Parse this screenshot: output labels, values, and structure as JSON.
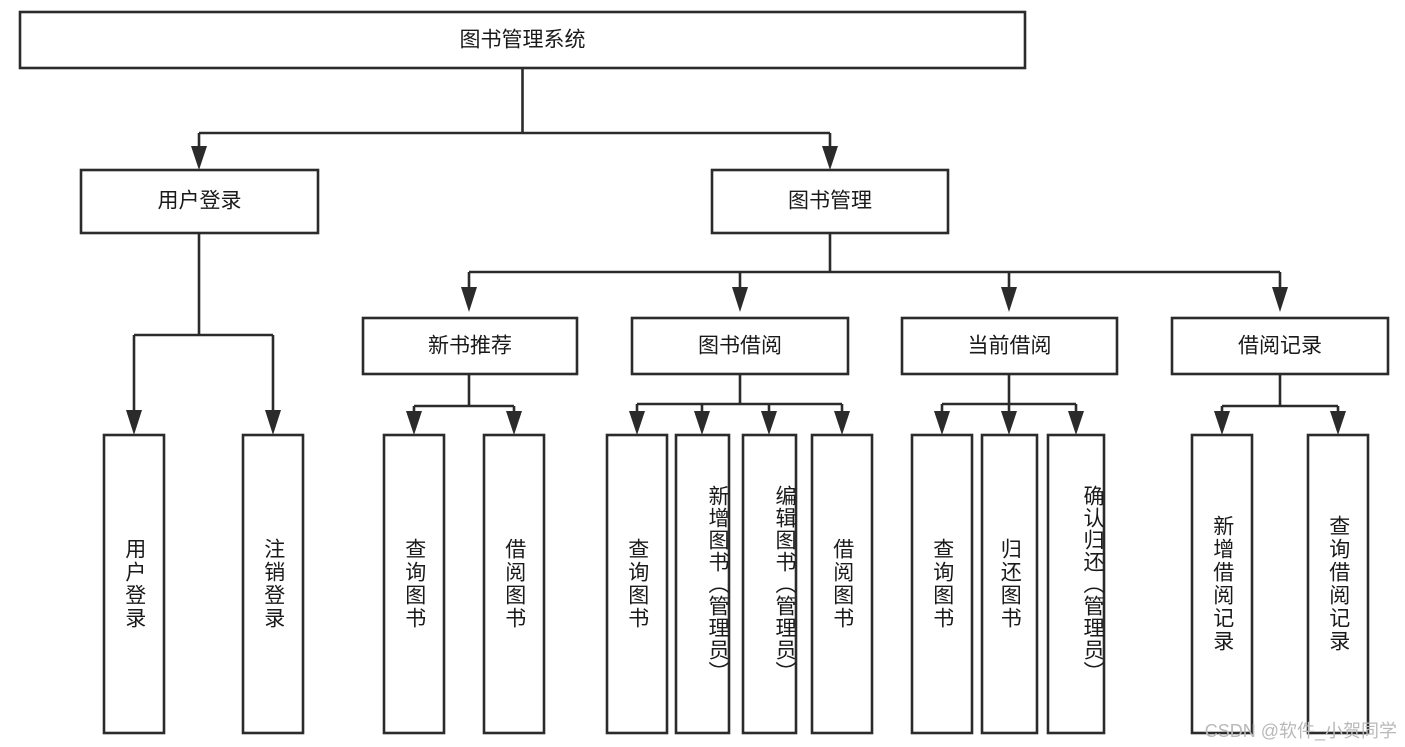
{
  "diagram": {
    "type": "tree-hierarchy",
    "title": "图书管理系统",
    "watermark": "CSDN @软件_小贺同学",
    "colors": {
      "stroke": "#2b2b2b",
      "fill": "#ffffff",
      "text": "#1a1a1a",
      "watermark": "#b9b9b9",
      "background": "#ffffff"
    },
    "levels": {
      "root": "图书管理系统",
      "level2": [
        "用户登录",
        "图书管理"
      ],
      "level3": [
        "新书推荐",
        "图书借阅",
        "当前借阅",
        "借阅记录"
      ]
    },
    "nodes": {
      "root": {
        "label": "图书管理系统",
        "orientation": "horizontal"
      },
      "user_login": {
        "label": "用户登录",
        "orientation": "horizontal"
      },
      "book_manage": {
        "label": "图书管理",
        "orientation": "horizontal"
      },
      "new_book_rec": {
        "label": "新书推荐",
        "orientation": "horizontal"
      },
      "book_borrow": {
        "label": "图书借阅",
        "orientation": "horizontal"
      },
      "current_borrow": {
        "label": "当前借阅",
        "orientation": "horizontal"
      },
      "borrow_record": {
        "label": "借阅记录",
        "orientation": "horizontal"
      },
      "leaf_user_login": {
        "label": "用户登录",
        "orientation": "vertical"
      },
      "leaf_logout": {
        "label": "注销登录",
        "orientation": "vertical"
      },
      "leaf_rec_query": {
        "label": "查询图书",
        "orientation": "vertical"
      },
      "leaf_rec_borrow": {
        "label": "借阅图书",
        "orientation": "vertical"
      },
      "leaf_borrow_query": {
        "label": "查询图书",
        "orientation": "vertical"
      },
      "leaf_add_book": {
        "label": "新增图书（管理员）",
        "orientation": "vertical"
      },
      "leaf_edit_book": {
        "label": "编辑图书（管理员）",
        "orientation": "vertical"
      },
      "leaf_borrow_book": {
        "label": "借阅图书",
        "orientation": "vertical"
      },
      "leaf_cur_query": {
        "label": "查询图书",
        "orientation": "vertical"
      },
      "leaf_return_book": {
        "label": "归还图书",
        "orientation": "vertical"
      },
      "leaf_confirm_return": {
        "label": "确认归还（管理员）",
        "orientation": "vertical"
      },
      "leaf_add_record": {
        "label": "新增借阅记录",
        "orientation": "vertical"
      },
      "leaf_query_record": {
        "label": "查询借阅记录",
        "orientation": "vertical"
      }
    },
    "edges": [
      {
        "from": "root",
        "to": "user_login"
      },
      {
        "from": "root",
        "to": "book_manage"
      },
      {
        "from": "user_login",
        "to": "leaf_user_login"
      },
      {
        "from": "user_login",
        "to": "leaf_logout"
      },
      {
        "from": "book_manage",
        "to": "new_book_rec"
      },
      {
        "from": "book_manage",
        "to": "book_borrow"
      },
      {
        "from": "book_manage",
        "to": "current_borrow"
      },
      {
        "from": "book_manage",
        "to": "borrow_record"
      },
      {
        "from": "new_book_rec",
        "to": "leaf_rec_query"
      },
      {
        "from": "new_book_rec",
        "to": "leaf_rec_borrow"
      },
      {
        "from": "book_borrow",
        "to": "leaf_borrow_query"
      },
      {
        "from": "book_borrow",
        "to": "leaf_add_book"
      },
      {
        "from": "book_borrow",
        "to": "leaf_edit_book"
      },
      {
        "from": "book_borrow",
        "to": "leaf_borrow_book"
      },
      {
        "from": "current_borrow",
        "to": "leaf_cur_query"
      },
      {
        "from": "current_borrow",
        "to": "leaf_return_book"
      },
      {
        "from": "current_borrow",
        "to": "leaf_confirm_return"
      },
      {
        "from": "borrow_record",
        "to": "leaf_add_record"
      },
      {
        "from": "borrow_record",
        "to": "leaf_query_record"
      }
    ]
  }
}
